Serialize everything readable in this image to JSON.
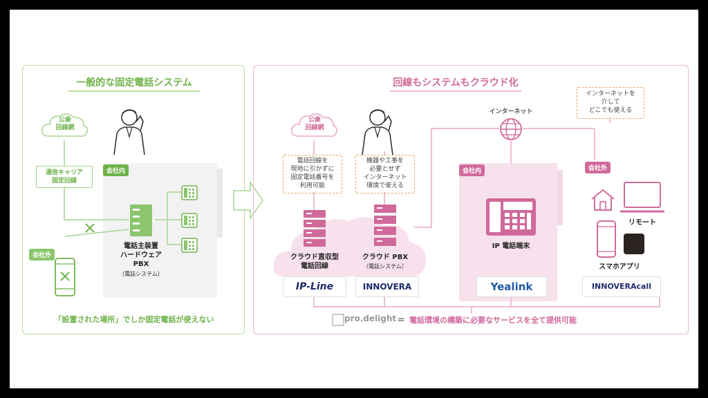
{
  "left": {
    "title": "一般的な固定電話システム",
    "public_network": "公衆\n回線網",
    "carrier": "通信キャリア\n固定回線",
    "in_office": "会社内",
    "out_office": "会社外",
    "pbx_label": "電話主装置\nハードウェア\nPBX",
    "pbx_sub": "（電話システム）",
    "footer": "「設置された場所」でしか固定電話が使えない"
  },
  "right": {
    "title": "回線もシステムもクラウド化",
    "public_network": "公衆\n回線網",
    "callout_line": "電話回線を\n現地に引かずに\n固定電話番号を\n利用可能",
    "callout_system": "機器や工事を\n必要とせず\nインターネット\n環境で使える",
    "callout_internet": "インターネットを\n介して\nどこでも使える",
    "internet": "インターネット",
    "in_office": "会社内",
    "out_office": "会社外",
    "cloud_line": "クラウド直収型\n電話回線",
    "cloud_pbx": "クラウド PBX",
    "cloud_pbx_sub": "（電話システム）",
    "ip_phone": "IP 電話端末",
    "remote": "リモート",
    "smartphone_app": "スマホアプリ",
    "logo_ipline": "IP-Line",
    "logo_innovera": "INNOVERA",
    "logo_yealink": "Yealink",
    "logo_innovera_call": "INNOVERAcall",
    "footer_brand": "pro.delight",
    "footer_eq": "＝",
    "footer_text": "電話環境の構築に必要なサービスを全て提供可能"
  },
  "colors": {
    "green": "#6fb24a",
    "pink": "#d06a9a",
    "pink_fill": "#f6e1ec",
    "orange_dash": "#e2a86a"
  }
}
